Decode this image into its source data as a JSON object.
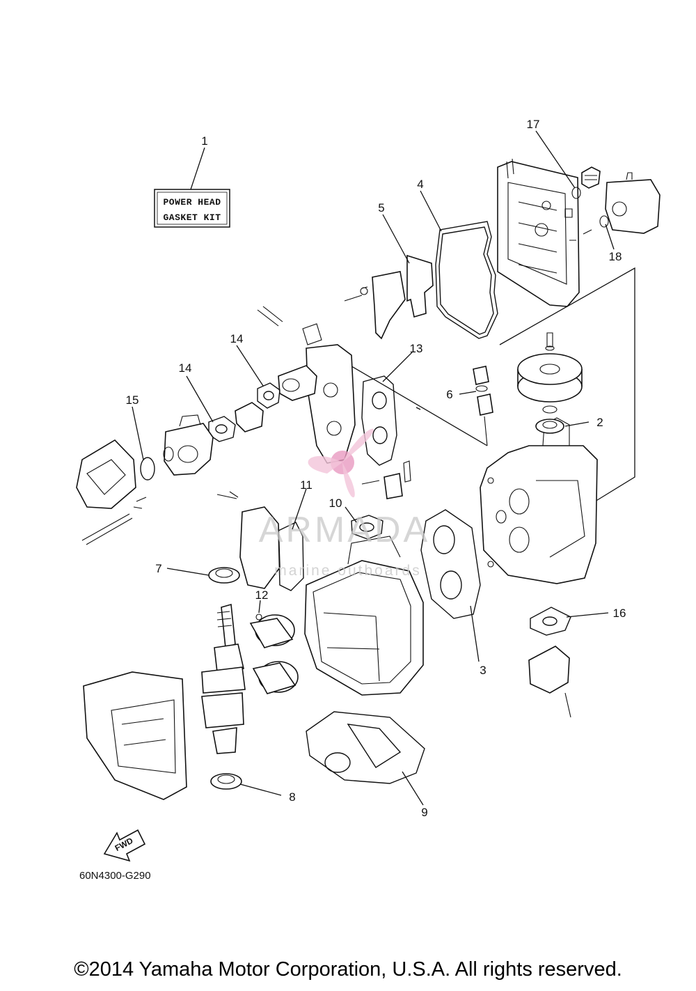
{
  "diagram": {
    "kit_label_line1": "POWER HEAD",
    "kit_label_line2": "GASKET KIT",
    "callouts": [
      "1",
      "2",
      "3",
      "4",
      "5",
      "6",
      "7",
      "8",
      "9",
      "10",
      "11",
      "12",
      "13",
      "14",
      "14",
      "15",
      "16",
      "17",
      "18"
    ],
    "fwd_label": "FWD",
    "drawing_code": "60N4300-G290"
  },
  "watermark": {
    "brand": "ARMADA",
    "tagline": "marine outboards",
    "logo_color": "#e89ac0"
  },
  "footer": {
    "copyright": "©2014 Yamaha Motor Corporation, U.S.A. All rights reserved."
  }
}
